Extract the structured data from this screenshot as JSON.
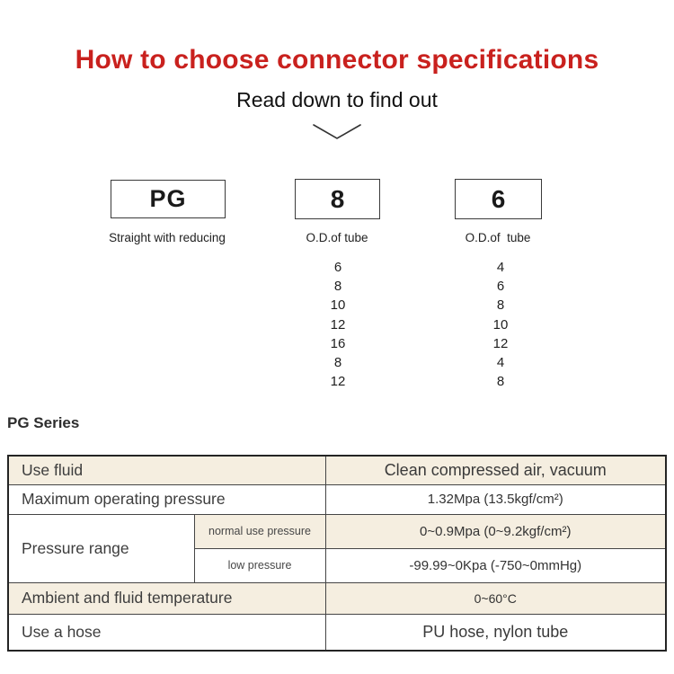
{
  "header": {
    "title": "How to choose connector specifications",
    "subtitle": "Read down to find out",
    "title_color": "#c9211e"
  },
  "spec_boxes": [
    {
      "code": "PG",
      "caption": "Straight with reducing",
      "options": []
    },
    {
      "code": "8",
      "caption": "O.D.of tube",
      "options": [
        "6",
        "8",
        "10",
        "12",
        "16",
        "8",
        "12"
      ]
    },
    {
      "code": "6",
      "caption": "O.D.of  tube",
      "options": [
        "4",
        "6",
        "8",
        "10",
        "12",
        "4",
        "8"
      ]
    }
  ],
  "series": {
    "heading": "PG Series",
    "accent_background": "#f5eee0",
    "rows": [
      {
        "label": "Use fluid",
        "value": "Clean compressed air, vacuum"
      },
      {
        "label": "Maximum operating pressure",
        "value": "1.32Mpa (13.5kgf/cm²)"
      },
      {
        "label": "Pressure range",
        "sub_rows": [
          {
            "sub_label": "normal use pressure",
            "value": "0~0.9Mpa (0~9.2kgf/cm²)"
          },
          {
            "sub_label": "low pressure",
            "value": "-99.99~0Kpa (-750~0mmHg)"
          }
        ]
      },
      {
        "label": "Ambient and fluid temperature",
        "value": "0~60°C"
      },
      {
        "label": "Use a hose",
        "value": "PU hose, nylon tube"
      }
    ]
  }
}
